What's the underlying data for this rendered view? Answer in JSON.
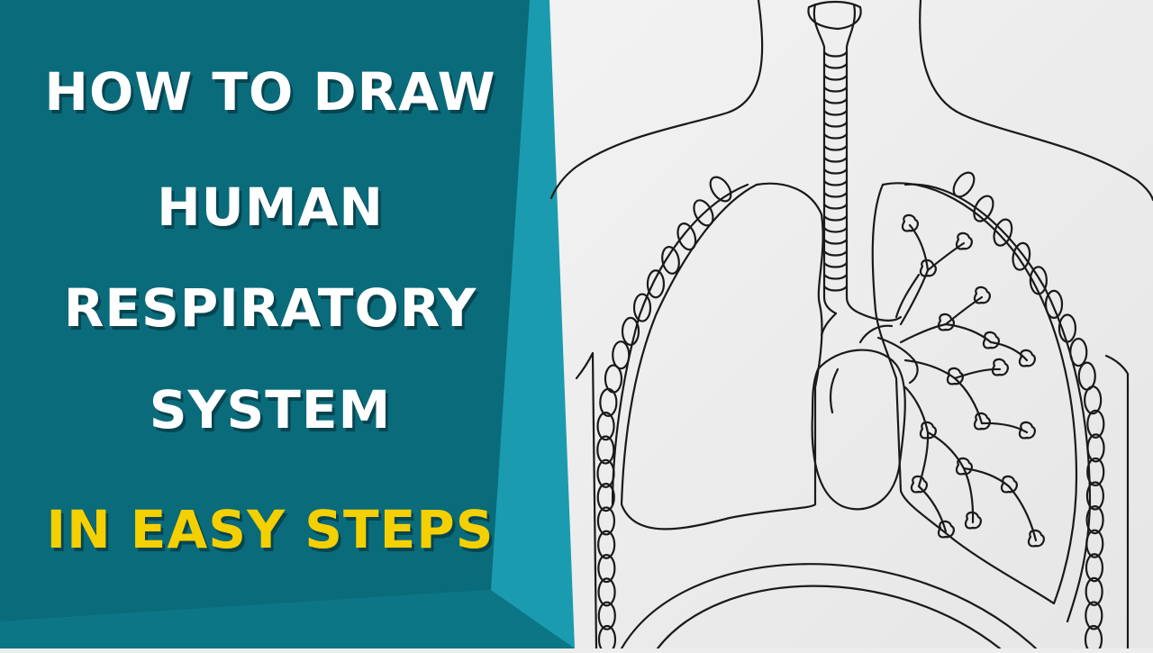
{
  "title_lines": [
    "HOW TO DRAW",
    "HUMAN",
    "RESPIRATORY",
    "SYSTEM"
  ],
  "subtitle": "IN EASY STEPS",
  "colors": {
    "panel_dark": "#0a6b7b",
    "panel_light": "#1b9bb0",
    "title_text": "#ffffff",
    "subtitle_text": "#f5d000",
    "paper": "#efefef",
    "ink": "#1a1a1a"
  },
  "illustration": {
    "subject": "human respiratory system line drawing",
    "parts": [
      "trachea",
      "bronchi",
      "right-lung",
      "left-lung",
      "heart",
      "ribs",
      "diaphragm",
      "neck",
      "shoulders"
    ]
  }
}
